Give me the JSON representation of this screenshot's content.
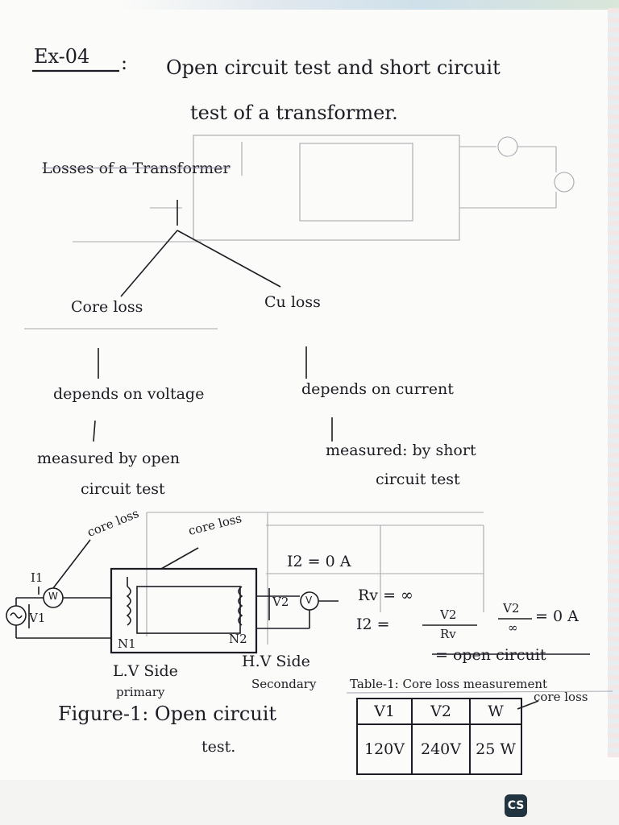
{
  "title": {
    "ex": "Ex-04",
    "colon": ":",
    "line1": "Open circuit test and short circuit",
    "line2": "test of a transformer."
  },
  "tree": {
    "heading": "Losses of a Transformer",
    "core_loss": "Core loss",
    "cu_loss": "Cu loss",
    "core_depends": "depends on voltage",
    "cu_depends": "depends on current",
    "core_measured_1": "measured by open",
    "core_measured_2": "circuit test",
    "cu_measured_1": "measured: by short",
    "cu_measured_2": "circuit test"
  },
  "figure": {
    "core_loss_label_1": "core loss",
    "core_loss_label_2": "core loss",
    "i1": "I1",
    "v1": "V1",
    "w": "W",
    "v2": "V2",
    "v_meter": "V",
    "n1": "N1",
    "n2": "N2",
    "lv_side": "L.V Side",
    "primary": "primary",
    "hv_side": "H.V Side",
    "secondary": "Secondary",
    "i2_eq": "I2 = 0 A",
    "rv_eq": "Rv = ∞",
    "i2_formula": "I2 =",
    "frac_num": "V2",
    "frac_den": "Rv",
    "frac2_num": "V2",
    "frac2_den": "∞",
    "result": "= 0 A",
    "open_circuit": "= open circuit",
    "caption_1": "Figure-1: Open circuit",
    "caption_2": "test."
  },
  "table": {
    "caption": "Table-1: Core loss measurement",
    "side_note": "core loss",
    "headers": [
      "V1",
      "V2",
      "W"
    ],
    "row": [
      "120V",
      "240V",
      "25 W"
    ]
  },
  "badge": "CS"
}
